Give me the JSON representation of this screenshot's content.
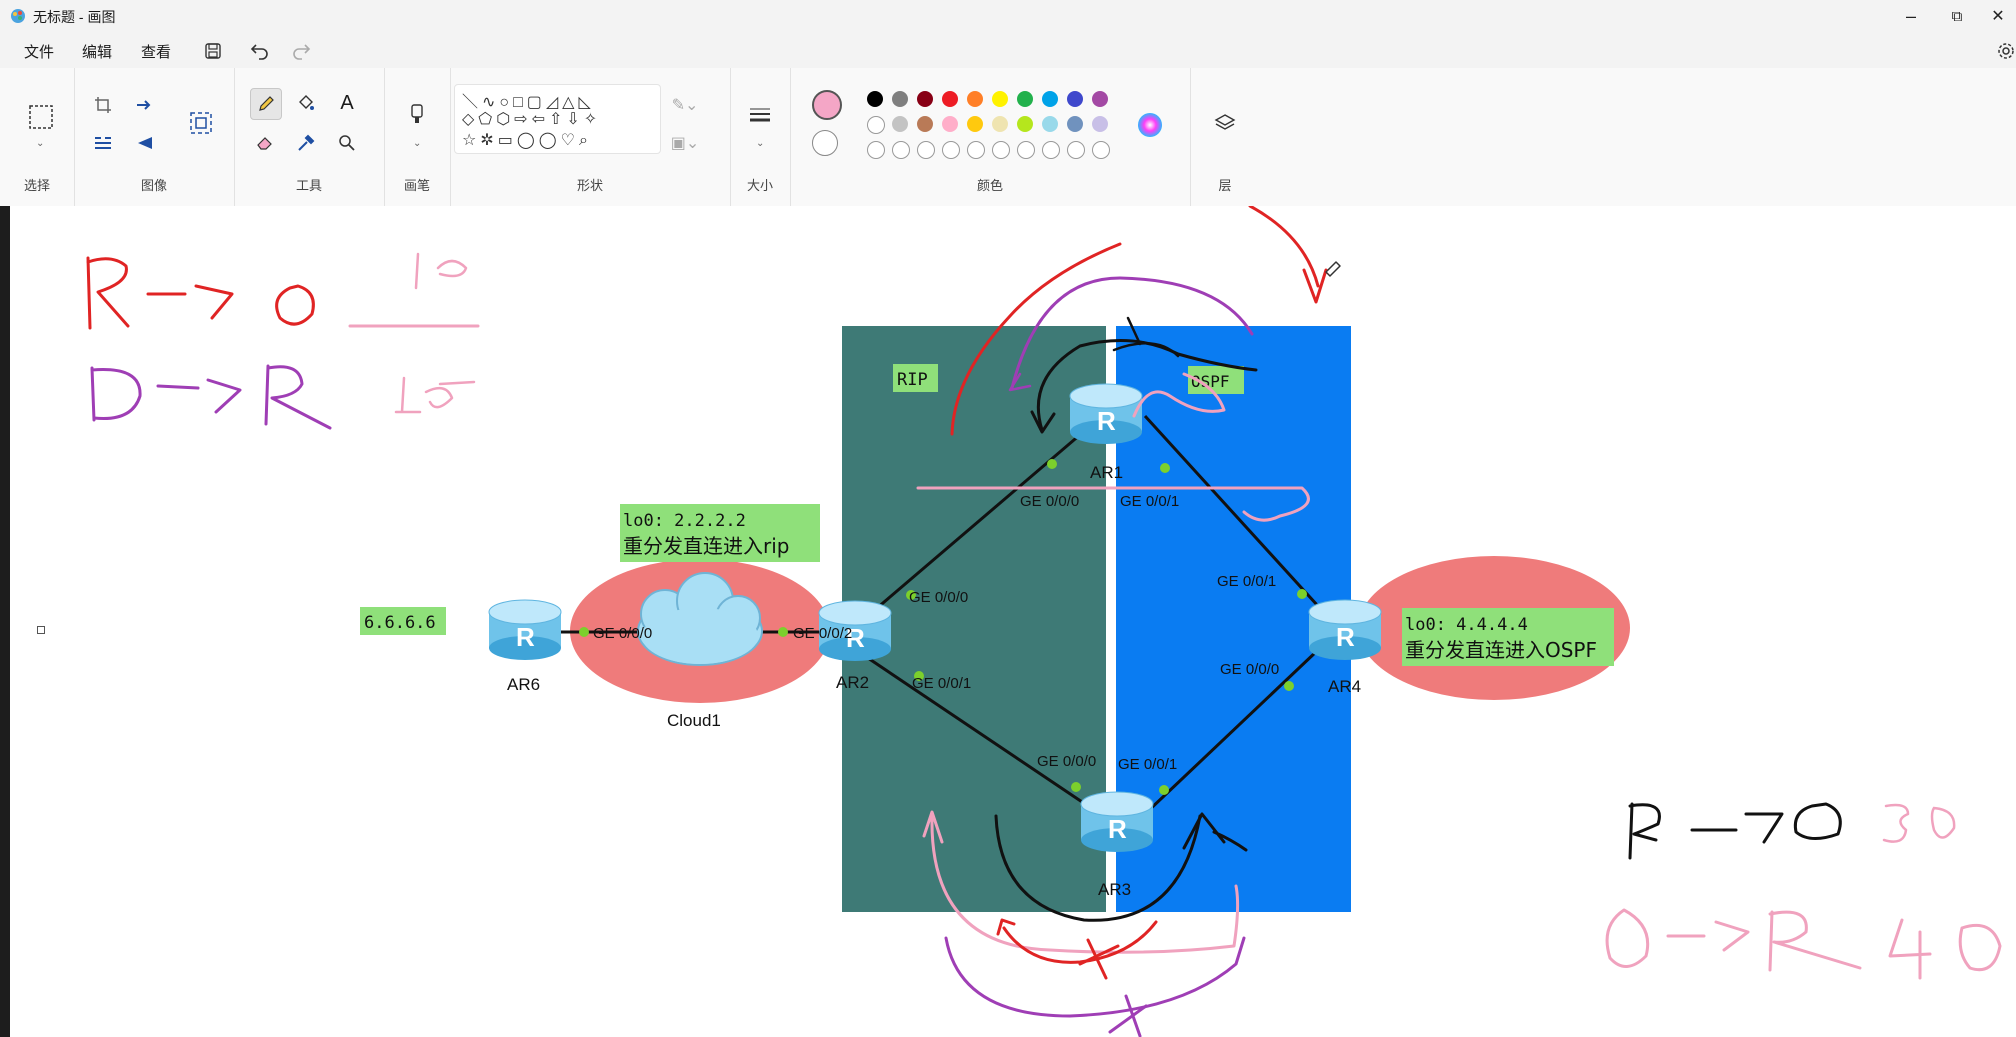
{
  "window": {
    "title": "无标题 - 画图",
    "minimize": "–",
    "restore": "⧉",
    "close": "✕"
  },
  "menu": {
    "file": "文件",
    "edit": "编辑",
    "view": "查看"
  },
  "ribbon": {
    "groups": {
      "select": "选择",
      "image": "图像",
      "tools": "工具",
      "brushes": "画笔",
      "shapes": "形状",
      "size": "大小",
      "colors": "颜色",
      "layers": "层"
    },
    "shapes_row1": "＼∿○□▢◿△◺",
    "shapes_row2": "◇⬠⬡⇨⇦⇧⇩✧",
    "shapes_row3": "☆✲▭◯◯♡⌕",
    "colors_row1": [
      "#000000",
      "#7f7f7f",
      "#880015",
      "#ed1c24",
      "#ff7f27",
      "#fff200",
      "#22b14c",
      "#00a2e8",
      "#3f48cc",
      "#a349a4"
    ],
    "colors_row2": [
      "#ffffff",
      "#c3c3c3",
      "#b97a57",
      "#ffaec9",
      "#ffc90e",
      "#efe4b0",
      "#b5e61d",
      "#99d9ea",
      "#7092be",
      "#c8bfe7"
    ],
    "primary_color": "#f4a6c6"
  },
  "diagram": {
    "zone_left_label": "RIP",
    "zone_right_label": "OSPF",
    "zone_left_color": "#3e7a76",
    "zone_right_color": "#0a7cf2",
    "routers": [
      "AR1",
      "AR2",
      "AR3",
      "AR4",
      "AR6"
    ],
    "cloud": "Cloud1",
    "ip_label": "6.6.6.6",
    "ar2_box_line1": "lo0: 2.2.2.2",
    "ar2_box_line2": "重分发直连进入rip",
    "ar4_box_line1": "lo0: 4.4.4.4",
    "ar4_box_line2": "重分发直连进入OSPF",
    "ports": {
      "ar1_g0": "GE 0/0/0",
      "ar1_g1": "GE 0/0/1",
      "ar2_g0": "GE 0/0/0",
      "ar2_g1": "GE 0/0/1",
      "ar2_g2": "GE 0/0/2",
      "ar3_g0": "GE 0/0/0",
      "ar3_g1": "GE 0/0/1",
      "ar4_g0": "GE 0/0/0",
      "ar4_g1": "GE 0/0/1",
      "ar6_g0": "GE 0/0/0"
    }
  }
}
